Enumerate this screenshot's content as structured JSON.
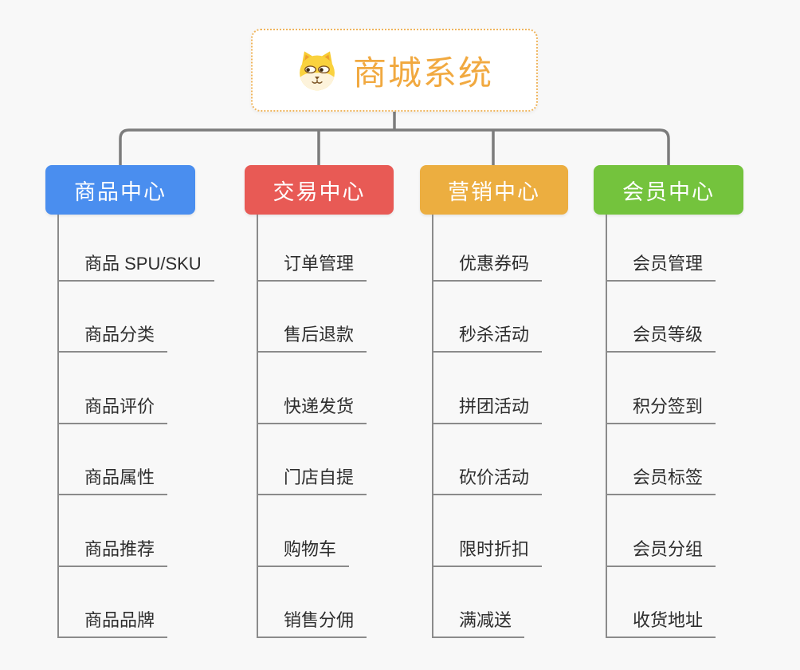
{
  "root": {
    "title": "商城系统",
    "icon": "dog-face-icon"
  },
  "branches": [
    {
      "label": "商品中心",
      "color": "#4A8EEF",
      "children": [
        "商品 SPU/SKU",
        "商品分类",
        "商品评价",
        "商品属性",
        "商品推荐",
        "商品品牌"
      ]
    },
    {
      "label": "交易中心",
      "color": "#E85A55",
      "children": [
        "订单管理",
        "售后退款",
        "快递发货",
        "门店自提",
        "购物车",
        "销售分佣"
      ]
    },
    {
      "label": "营销中心",
      "color": "#ECAE40",
      "children": [
        "优惠券码",
        "秒杀活动",
        "拼团活动",
        "砍价活动",
        "限时折扣",
        "满减送"
      ]
    },
    {
      "label": "会员中心",
      "color": "#74C33D",
      "children": [
        "会员管理",
        "会员等级",
        "积分签到",
        "会员标签",
        "会员分组",
        "收货地址"
      ]
    }
  ],
  "colors": {
    "background": "#F8F8F8",
    "connector": "#7C7C7C",
    "underline": "#8B8B8B",
    "root_border": "#EFB55E",
    "root_text": "#F1A940",
    "leaf_text": "#2E2E2E"
  }
}
